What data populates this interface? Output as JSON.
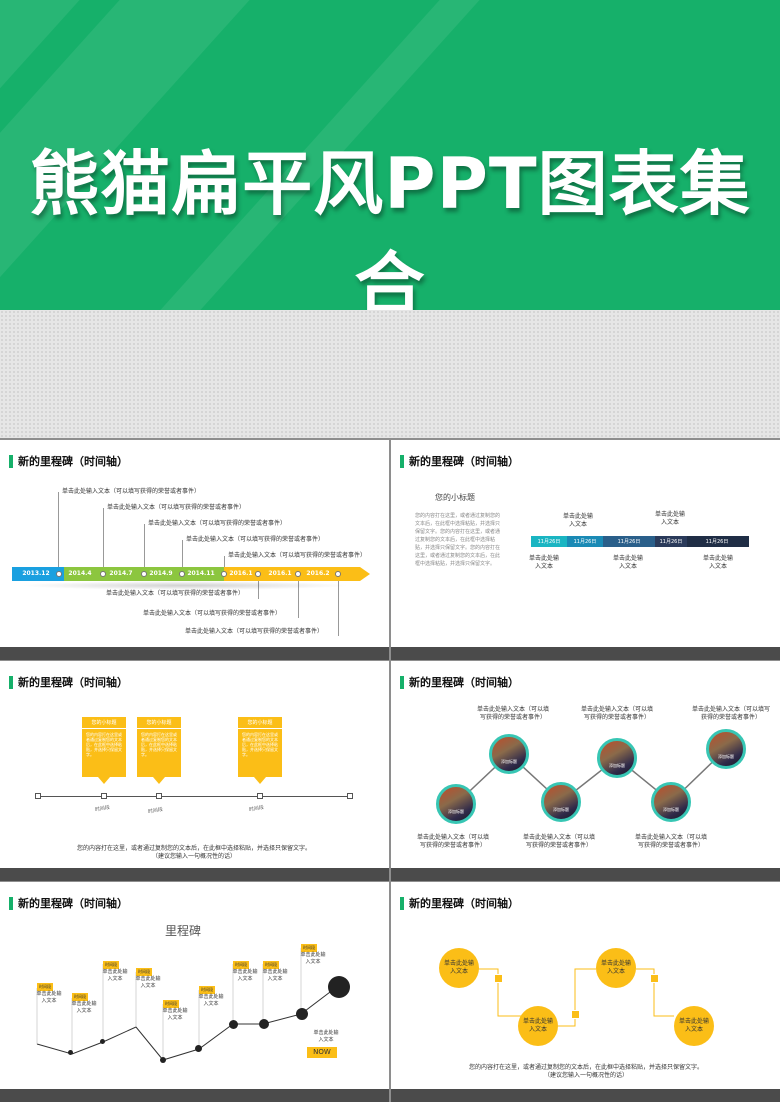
{
  "hero": {
    "title": "熊猫扁平风PPT图表集合"
  },
  "slide_title": "新的里程碑（时间轴）",
  "s1": {
    "items": [
      "单击此处输入文本（可以填写获得的荣誉或者事件）"
    ],
    "dates": [
      "2013.12",
      "2014.4",
      "2014.7",
      "2014.9",
      "2014.11",
      "2016.1",
      "2016.1",
      "2016.2"
    ]
  },
  "s2": {
    "subtitle": "您的小标题",
    "body": "您的内容打在这里，或者通过复制您的文本后，在此框中选择粘贴，并选择只保留文字。您的内容打在这里，或者通过复制您的文本后，在此框中选择粘贴，并选择只保留文字。您的内容打在这里，或者通过复制您的文本后，在此框中选择粘贴，并选择只保留文字。",
    "dates": [
      "11月26日",
      "11月26日",
      "11月26日",
      "11月26日",
      "11月26日"
    ],
    "label": "单击此处输入文本"
  },
  "s3": {
    "card_title": "您的小标题",
    "card_body": "您的内容打在这里或者通过复制您的文本后，在此框中选择粘贴，并选择只保留文字。",
    "time": "时间段",
    "caption": "您的内容打在这里，或者通过复制您的文本后，在此框中选择粘贴，并选择只保留文字。",
    "caption2": "（建议您输入一句概况性的话）"
  },
  "s4": {
    "label": "单击此处输入文本（可以填写获得的荣誉或者事件）",
    "photo_caption": "添加标题"
  },
  "s5": {
    "title": "里程碑",
    "tag": "时间段",
    "label": "单击此处输入文本",
    "now": "NOW"
  },
  "s6": {
    "label": "单击此处输入文本",
    "caption": "您的内容打在这里，或者通过复制您的文本后，在此框中选择粘贴，并选择只保留文字。",
    "caption2": "（建议您输入一句概况性的话）"
  },
  "colors": {
    "green": "#16b06a",
    "yellow": "#fbbe17",
    "teal": "#37c6b4",
    "blue": "#1aa0e0",
    "lime": "#8cc63f",
    "navy": "#2a3a5a",
    "dark": "#4b4b4b"
  }
}
